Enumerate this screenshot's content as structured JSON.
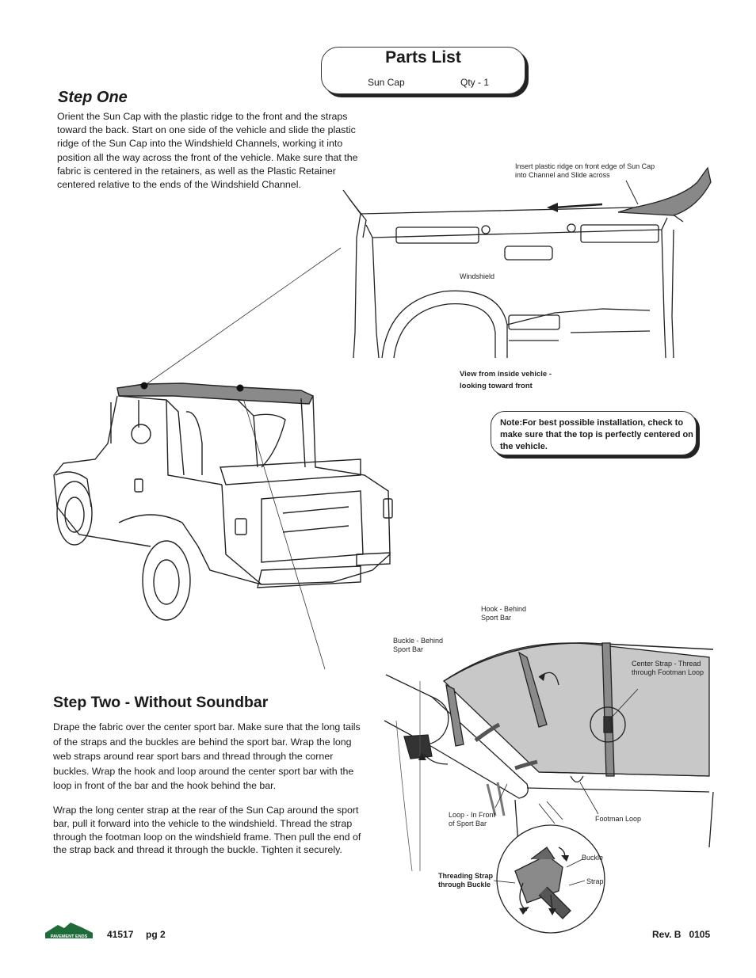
{
  "parts_list": {
    "title": "Parts List",
    "item": "Sun Cap",
    "qty": "Qty - 1"
  },
  "step_one": {
    "title": "Step One",
    "body": "Orient the Sun Cap with the plastic ridge to the front and the straps toward the back.  Start on one side of the vehicle and slide the plastic ridge of the Sun Cap into the Windshield Channels, working it into position all the way across the front of the vehicle.  Make sure that the fabric is centered in the retainers, as well as the Plastic Retainer centered relative to the ends of the Windshield Channel."
  },
  "figure_one": {
    "insert_label": "Insert plastic ridge on front edge of Sun Cap into Channel and Slide across",
    "windshield_label": "Windshield",
    "view_label_line1": "View from inside vehicle -",
    "view_label_line2": "looking toward front"
  },
  "note": {
    "text": "Note:For best possible installation, check to make sure that the top is perfectly centered on the vehicle."
  },
  "step_two": {
    "title": "Step Two - Without Soundbar",
    "paragraph1": "Drape the fabric over the center sport bar.  Make sure that the long tails of the straps and the buckles are behind the sport bar.  Wrap the long web straps around rear sport bars and thread through the corner buckles.  Wrap the hook and loop around the center sport bar with the loop in front of the bar and the hook behind the bar.",
    "paragraph2": "Wrap the long center strap at the rear of the Sun Cap around the sport bar, pull it forward into the vehicle to the windshield.  Thread the strap through the footman loop on the windshield frame.  Then pull the end of the strap back and thread it through the buckle.  Tighten it securely."
  },
  "figure_two": {
    "hook_label_line1": "Hook - Behind",
    "hook_label_line2": "Sport Bar",
    "buckle_behind_line1": "Buckle - Behind",
    "buckle_behind_line2": "Sport Bar",
    "center_strap_line1": "Center Strap - Thread",
    "center_strap_line2": "through Footman Loop",
    "loop_front_line1": "Loop - In Front",
    "loop_front_line2": "of Sport Bar",
    "footman_label": "Footman Loop",
    "threading_line1": "Threading Strap",
    "threading_line2": "through Buckle",
    "buckle_label": "Buckle",
    "strap_label": "Strap"
  },
  "footer": {
    "logo_text": "PAVEMENT ENDS",
    "part_number": "41517",
    "page": "pg 2",
    "revision": "Rev. B   0105"
  },
  "colors": {
    "fabric_gray": "#8a8a8a",
    "ink": "#1a1a1a",
    "logo_green": "#1f6b3a"
  }
}
